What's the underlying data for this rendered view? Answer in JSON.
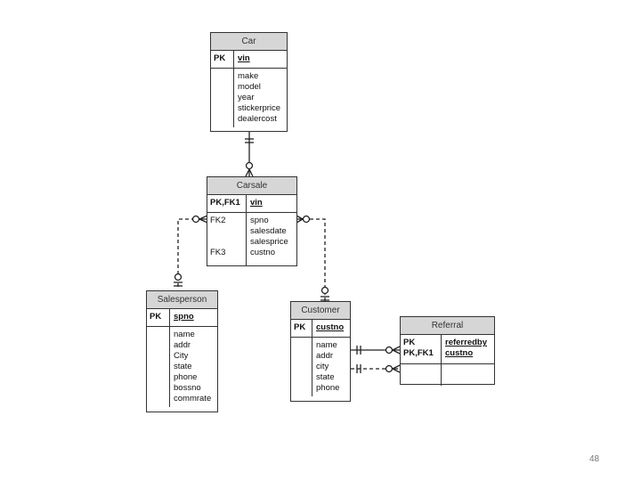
{
  "entities": {
    "car": {
      "title": "Car",
      "pk_label": "PK",
      "pk_attr": "vin",
      "attributes": [
        "make",
        "model",
        "year",
        "stickerprice",
        "dealercost"
      ]
    },
    "carsale": {
      "title": "Carsale",
      "pk_label": "PK,FK1",
      "pk_attr": "vin",
      "fk2_label": "FK2",
      "fk3_label": "FK3",
      "attributes": [
        "spno",
        "salesdate",
        "salesprice",
        "custno"
      ]
    },
    "salesperson": {
      "title": "Salesperson",
      "pk_label": "PK",
      "pk_attr": "spno",
      "attributes": [
        "name",
        "addr",
        "City",
        "state",
        "phone",
        "bossno",
        "commrate"
      ]
    },
    "customer": {
      "title": "Customer",
      "pk_label": "PK",
      "pk_attr": "custno",
      "attributes": [
        "name",
        "addr",
        "city",
        "state",
        "phone"
      ]
    },
    "referral": {
      "title": "Referral",
      "key_labels": [
        "PK",
        "PK,FK1"
      ],
      "key_attrs": [
        "referredby",
        "custno"
      ]
    }
  },
  "page_number": "48"
}
